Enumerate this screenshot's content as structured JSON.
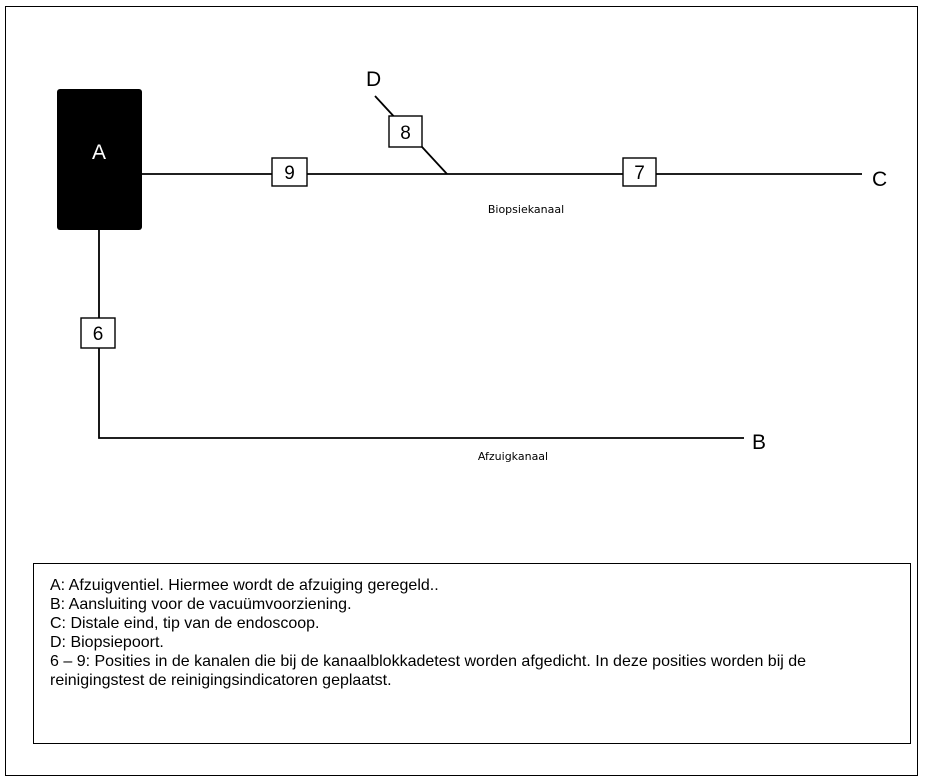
{
  "diagram": {
    "labels": {
      "A": "A",
      "B": "B",
      "C": "C",
      "D": "D"
    },
    "positions": {
      "p6": "6",
      "p7": "7",
      "p8": "8",
      "p9": "9"
    },
    "channels": {
      "biopsy": "Biopsiekanaal",
      "suction": "Afzuigkanaal"
    }
  },
  "legend": {
    "lines": [
      "A: Afzuigventiel. Hiermee wordt de afzuiging geregeld..",
      "B: Aansluiting voor de vacuümvoorziening.",
      "C: Distale eind, tip van de endoscoop.",
      "D: Biopsiepoort.",
      "6 – 9: Posities in de kanalen die bij de kanaalblokkadetest worden afgedicht. In deze posities worden bij de reinigingstest de reinigingsindicatoren geplaatst."
    ]
  }
}
